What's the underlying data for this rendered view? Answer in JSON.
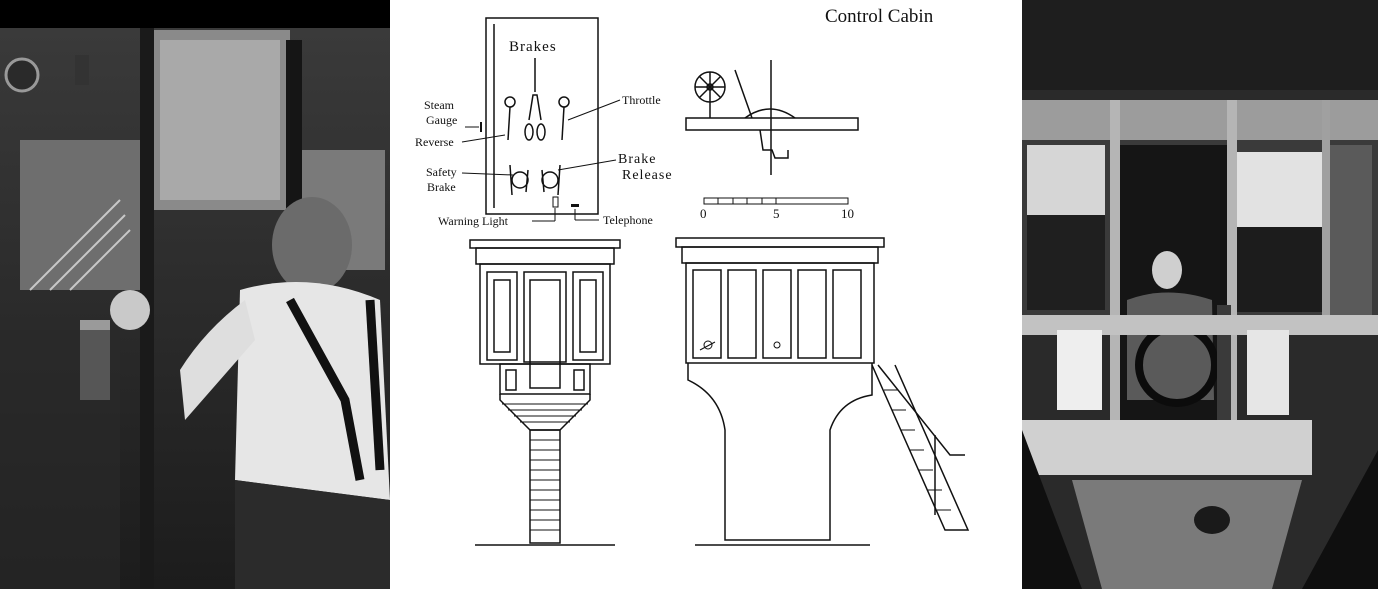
{
  "title": "Control Cabin",
  "panel": {
    "heading": "Brakes",
    "labels": {
      "steam_gauge_1": "Steam",
      "steam_gauge_2": "Gauge",
      "reverse": "Reverse",
      "safety_brake_1": "Safety",
      "safety_brake_2": "Brake",
      "throttle": "Throttle",
      "brake_release_1": "Brake",
      "brake_release_2": "Release",
      "warning_light": "Warning Light",
      "telephone": "Telephone"
    }
  },
  "scale": {
    "ticks": [
      "0",
      "5",
      "10"
    ]
  }
}
